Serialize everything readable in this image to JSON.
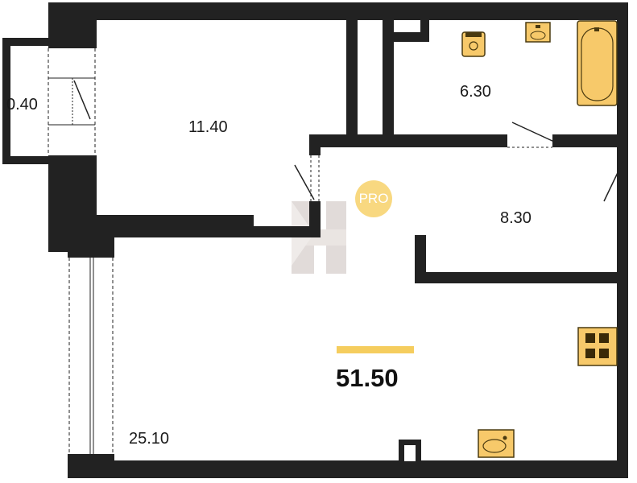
{
  "rooms": {
    "balcony_area": "0.40",
    "bedroom_area": "11.40",
    "bathroom_area": "6.30",
    "hallway_area": "8.30",
    "living_area": "25.10"
  },
  "total_area": "51.50",
  "badge_text": "PRO",
  "colors": {
    "wall": "#222222",
    "fixture": "#f7c96a",
    "fixture_stroke": "#4a3a10",
    "accent_bar": "#f5cd5e",
    "badge": "#f7d26b",
    "watermark": "#c9bfbb"
  },
  "icons": {
    "watermark": "logo-h-watermark",
    "toilet": "toilet-icon",
    "sink": "sink-icon",
    "bathtub": "bathtub-icon",
    "stove": "stove-icon"
  }
}
